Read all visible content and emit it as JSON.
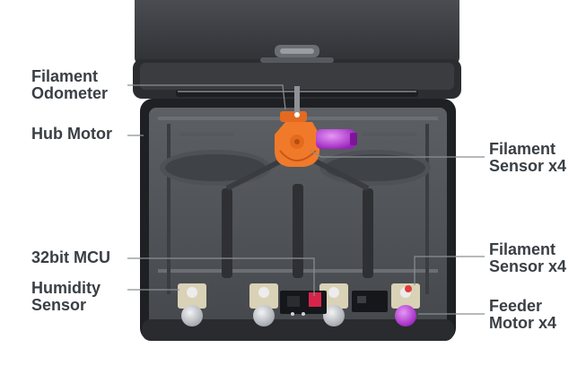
{
  "labels": {
    "filament_odometer": {
      "line1": "Filament",
      "line2": "Odometer"
    },
    "hub_motor": "Hub Motor",
    "mcu": "32bit MCU",
    "humidity_sensor": {
      "line1": "Humidity",
      "line2": "Sensor"
    },
    "filament_sensor_top": {
      "line1": "Filament",
      "line2": "Sensor x4"
    },
    "filament_sensor_bottom": {
      "line1": "Filament",
      "line2": "Sensor x4"
    },
    "feeder_motor": {
      "line1": "Feeder",
      "line2": "Motor x4"
    }
  },
  "colors": {
    "label_text": "#3a3f44",
    "leader_line": "#8a8f94",
    "lid": "#3d3f43",
    "body": "#1f2023",
    "hub_orange": "#f07a2a",
    "accent_purple": "#b63ad6",
    "motor_silver": "#c9ccd1",
    "pcb_dark": "#15171a"
  }
}
